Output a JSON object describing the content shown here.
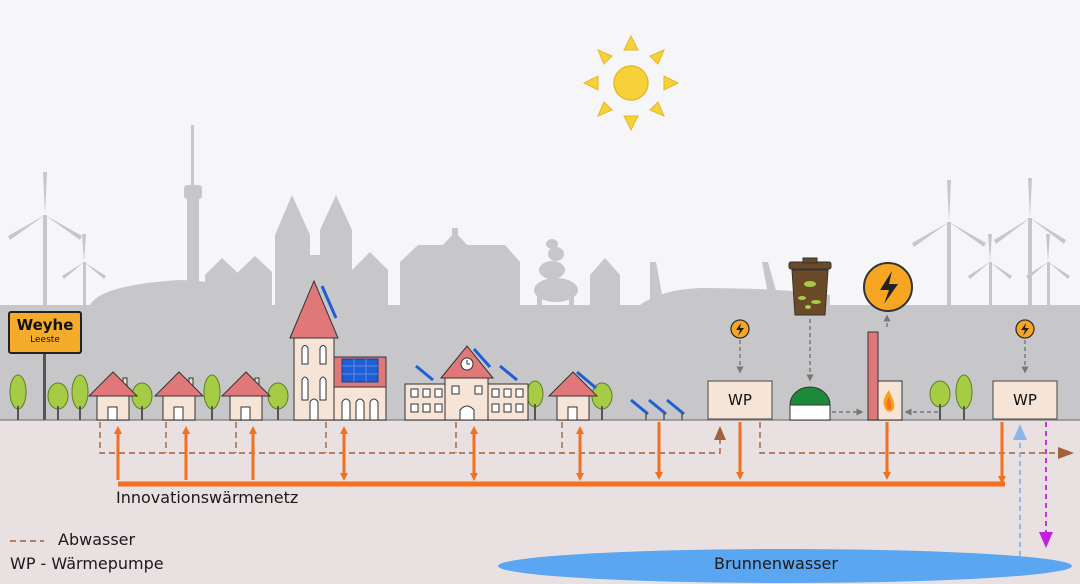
{
  "town_sign": {
    "name": "Weyhe",
    "district": "Leeste"
  },
  "labels": {
    "network": "Innovationswärmenetz",
    "well_water": "Brunnenwasser",
    "wp_left": "WP",
    "wp_right": "WP"
  },
  "legend": {
    "wastewater": "Abwasser",
    "heat_pump": "WP - Wärmepumpe"
  },
  "colors": {
    "heat_network": "#f37021",
    "wastewater": "#a0613d",
    "well_water_up": "#8cb6ea",
    "well_water_down": "#c21ee0",
    "sun": "#f6d238",
    "skyline": "#c7c7c9",
    "ground": "#e9e0e1",
    "lake": "#5aa6f0"
  }
}
